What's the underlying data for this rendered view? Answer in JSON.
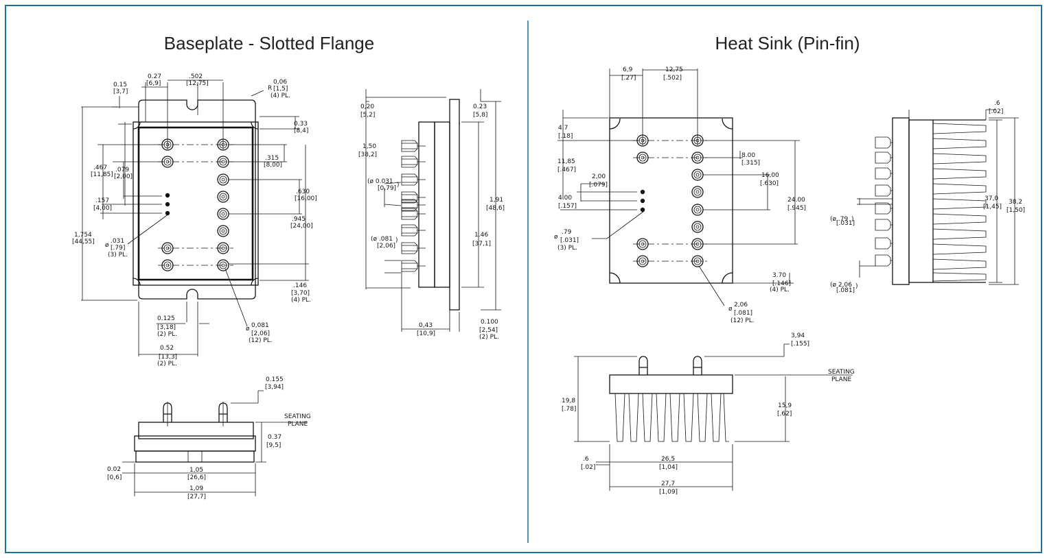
{
  "titles": {
    "left": "Baseplate - Slotted Flange",
    "right": "Heat Sink (Pin-fin)"
  },
  "colors": {
    "border": "#1f6f9e",
    "ink": "#111111"
  },
  "baseplate": {
    "top": {
      "d015": "0.15",
      "d015b": "[3,7]",
      "d027": "0.27",
      "d027b": "[6,9]",
      "d502": ".502",
      "d502b": "[12,75]",
      "r": "R",
      "r006": "0,06",
      "r006b": "[1,5]",
      "r006c": "(4) PL.",
      "d033": "0.33",
      "d033b": "[8,4]",
      "d315": ".315",
      "d315b": "[8,00]",
      "d467": ".467",
      "d467b": "[11,85]",
      "d079": ".079",
      "d079b": "[2,00]",
      "d630": ".630",
      "d630b": "[16,00]",
      "d157": ".157",
      "d157b": "[4,00]",
      "d945": ".945",
      "d945b": "[24,00]",
      "d1754": "1,754",
      "d1754b": "[44,55]",
      "phi": "ø",
      "d031": ".031",
      "d031b": "[.79]",
      "d031c": "(3) PL.",
      "d146": ".146",
      "d146b": "[3,70]",
      "d146c": "(4) PL.",
      "d0125": "0.125",
      "d0125b": "[3,18]",
      "d0125c": "(2) PL.",
      "d0081": "0,081",
      "d0081b": "[2,06]",
      "d0081c": "(12) PL.",
      "d052": "0.52",
      "d052b": "[13,3]",
      "d052c": "(2) PL."
    },
    "side": {
      "d020": "0,20",
      "d020b": "[5,2]",
      "d023": "0.23",
      "d023b": "[5,8]",
      "d150": "1,50",
      "d150b": "[38,2]",
      "p1": "(ø 0.031",
      "p1b": "[0,79]",
      "p1c": ")",
      "p2": "(ø .081",
      "p2b": "[2,06]",
      "p2c": ")",
      "d191": "1,91",
      "d191b": "[48,6]",
      "d146": "1.46",
      "d146b": "[37,1]",
      "d043": "0,43",
      "d043b": "[10,9]",
      "d0100": "0.100",
      "d0100b": "[2,54]",
      "d0100c": "(2) PL."
    },
    "front": {
      "d0155": "0.155",
      "d0155b": "[3,94]",
      "seating": "SEATING",
      "plane": "PLANE",
      "d037": "0.37",
      "d037b": "[9,5]",
      "d002": "0.02",
      "d002b": "[0,6]",
      "d105": "1,05",
      "d105b": "[26,6]",
      "d109": "1,09",
      "d109b": "[27,7]"
    }
  },
  "heatsink": {
    "top": {
      "d69": "6,9",
      "d69b": "[.27]",
      "d1275": "12,75",
      "d1275b": "[.502]",
      "d47": "4.7",
      "d47b": "[.18]",
      "d1185": "11,85",
      "d1185b": "[.467]",
      "d200": "2,00",
      "d200b": "[.079]",
      "d400": "4.00",
      "d400b": "[.157]",
      "phi": "ø",
      "d79": ".79",
      "d79b": "[.031]",
      "d79c": "(3) PL.",
      "d800": "8.00",
      "d800b": "[.315]",
      "d1600": "16,00",
      "d1600b": "[.630]",
      "d2400": "24.00",
      "d2400b": "[.945]",
      "d370": "3.70",
      "d370b": "[.146]",
      "d370c": "(4) PL.",
      "d206": "2,06",
      "d206b": "[.081]",
      "d206c": "(12) PL."
    },
    "side": {
      "d6": ".6",
      "d6b": "[.02]",
      "p1": "(ø .79",
      "p1b": "[.031]",
      "p1c": ")",
      "d370": "37,0",
      "d370b": "[1,45]",
      "d382": "38,2",
      "d382b": "[1,50]",
      "p2": "(ø 2,06",
      "p2b": "[.081]",
      "p2c": ")"
    },
    "front": {
      "d394": "3,94",
      "d394b": "[.155]",
      "seating": "SEATING",
      "plane": "PLANE",
      "d198": "19,8",
      "d198b": "[.78]",
      "d159": "15,9",
      "d159b": "[.62]",
      "d6": ".6",
      "d6b": "[.02]",
      "d265": "26,5",
      "d265b": "[1,04]",
      "d277": "27,7",
      "d277b": "[1,09]"
    }
  }
}
